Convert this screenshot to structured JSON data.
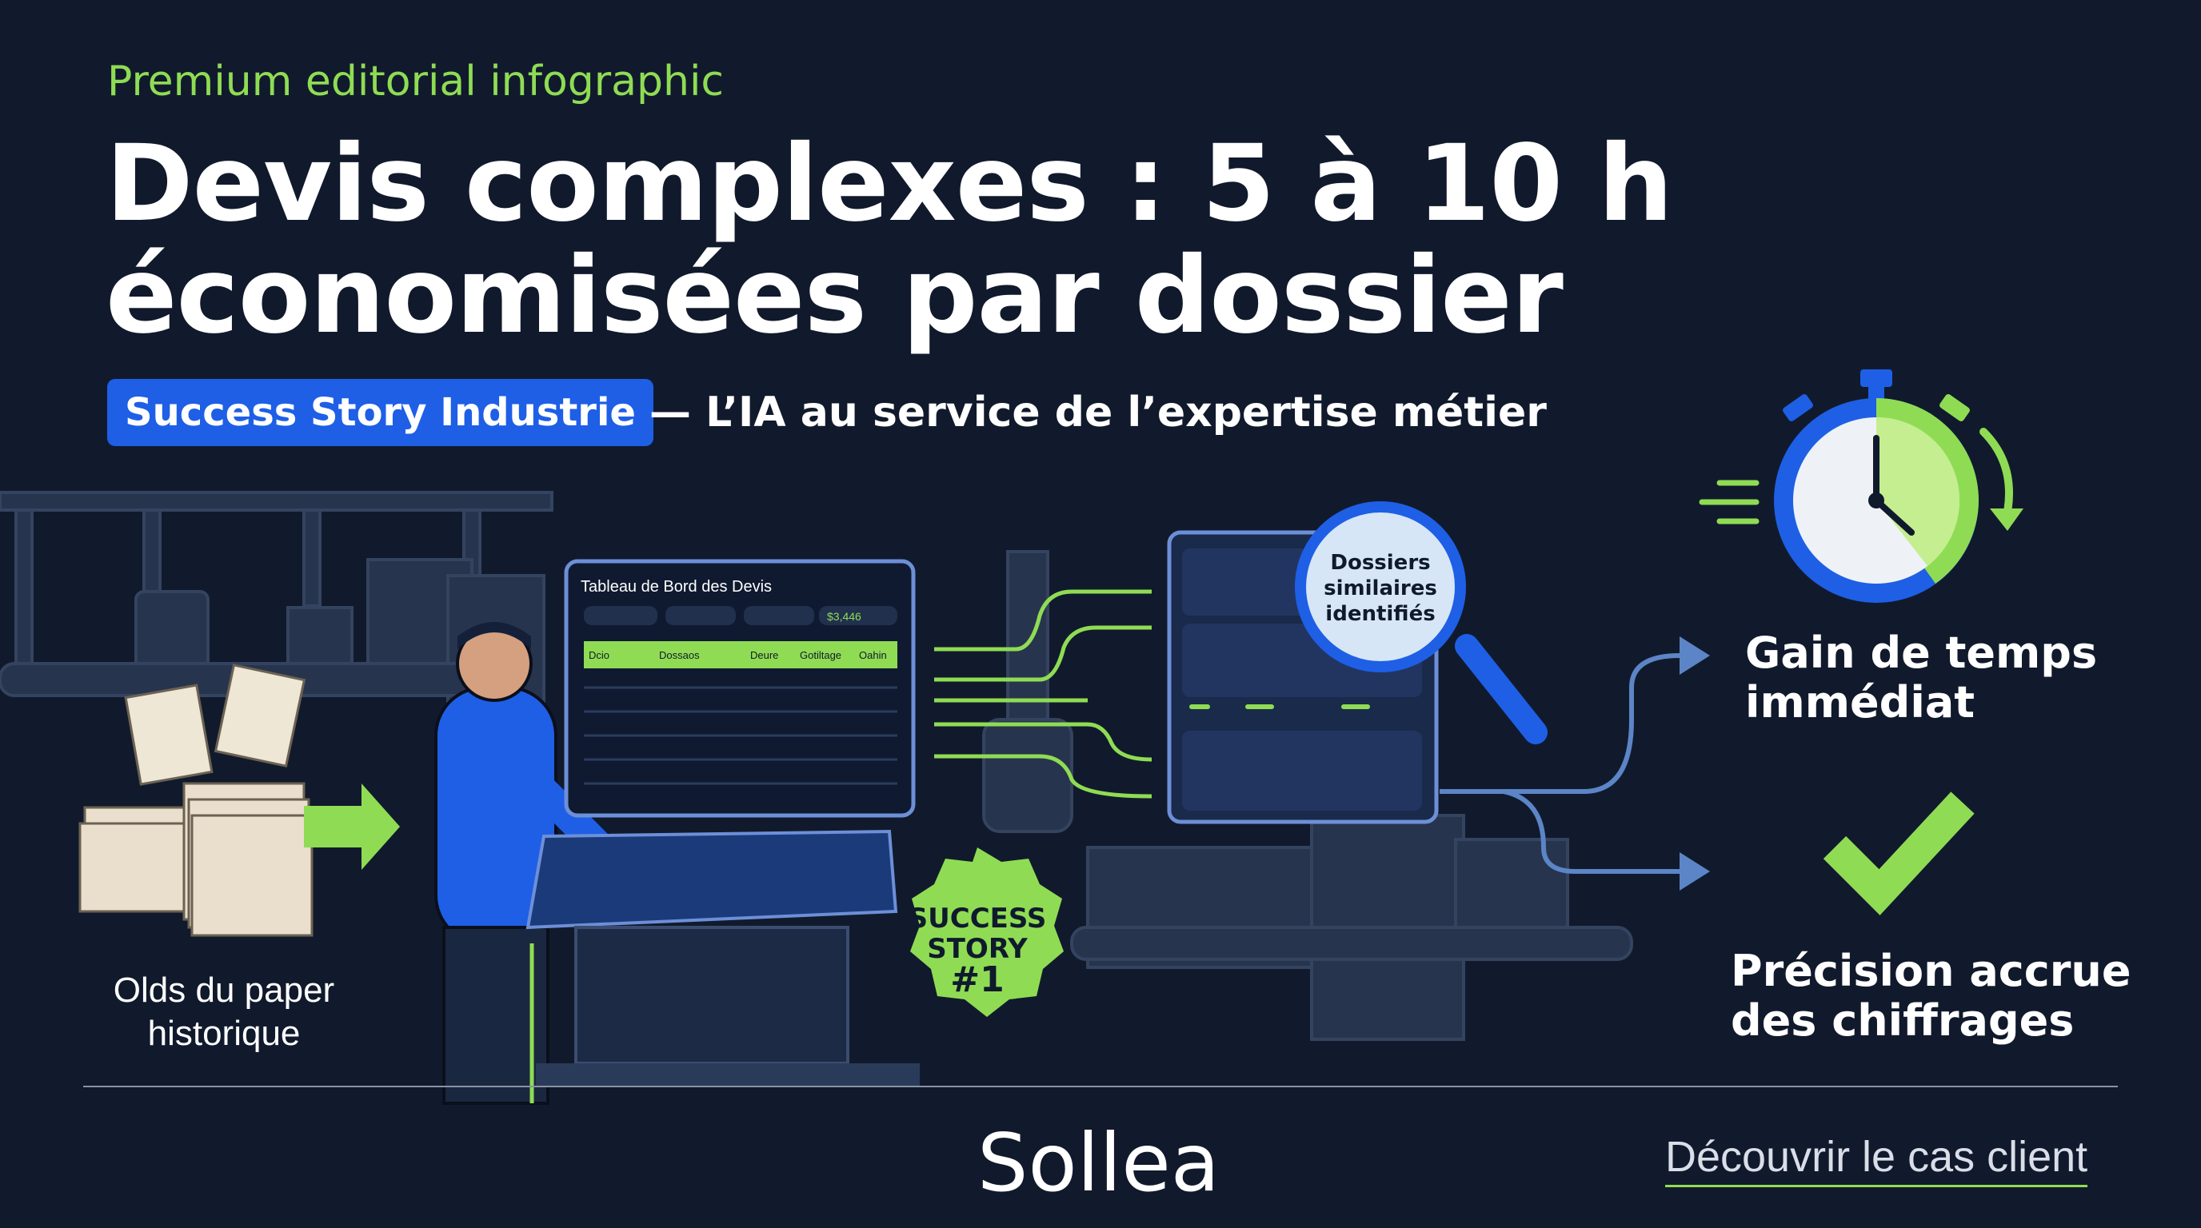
{
  "header": {
    "eyebrow": "Premium editorial infographic",
    "title_line1": "Devis complexes : 5 à 10 h",
    "title_line2": "économisées par dossier",
    "badge": "Success Story Industrie",
    "subtitle": "— L’IA au service de l’expertise métier"
  },
  "illustration": {
    "papers_caption_line1": "Olds du paper",
    "papers_caption_line2": "historique",
    "dashboard_title": "Tableau de Bord des Devis",
    "dashboard_value": "$3,446",
    "table_headers": [
      "Dcio",
      "Dossaos",
      "Deure",
      "Gotiltage",
      "Oahin"
    ],
    "magnifier_lines": [
      "Dossiers",
      "similaires",
      "identifiés"
    ],
    "success_badge_lines": [
      "SUCCESS",
      "STORY",
      "#1"
    ]
  },
  "outcomes": {
    "time_gain_line1": "Gain de temps",
    "time_gain_line2": "immédiat",
    "precision_line1": "Précision accrue",
    "precision_line2": "des chiffrages"
  },
  "footer": {
    "brand": "Sollea",
    "cta": "Découvrir le cas client"
  },
  "colors": {
    "background": "#111a2c",
    "accent_green": "#8fdc54",
    "accent_blue": "#1e5fe6"
  }
}
